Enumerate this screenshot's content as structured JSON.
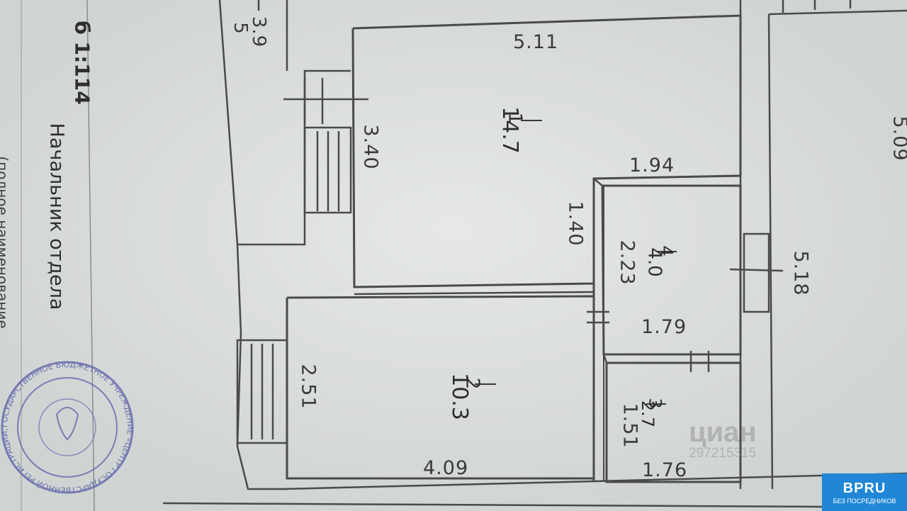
{
  "scale": "б 1:114",
  "official": {
    "title": "Начальник отдела",
    "subtitle": "(полное наименование"
  },
  "stamp": {
    "outer_text": "ГОСУДАРСТВЕННОЕ БЮДЖЕТНОЕ УЧРЕЖДЕНИЕ «ЦЕНТР ГОСУДАРСТВЕННОЙ РЕГИСТРАЦИИ, КАДАСТРА И КАРТОГРАФИИ ПО ТЮМЕНСКОЙ ОБЛАСТИ»"
  },
  "rooms": [
    {
      "id": "1",
      "area": "14.7"
    },
    {
      "id": "2",
      "area": "10.3"
    },
    {
      "id": "3",
      "area": "2.7"
    },
    {
      "id": "4",
      "area": "4.0"
    },
    {
      "id": "5",
      "area": "3.9"
    }
  ],
  "dimensions": {
    "top_wall": "5.11",
    "room1_left": "3.40",
    "room1_step": "1.94",
    "room1_inner": "1.40",
    "room4_left": "2.23",
    "room4_bottom": "1.79",
    "room2_left": "2.51",
    "room2_bottom": "4.09",
    "room3_left": "1.51",
    "room3_bottom": "1.76",
    "neighbor_1": "5.18",
    "neighbor_2": "5.09"
  },
  "watermark": {
    "brand": "циан",
    "id": "297215315"
  },
  "logo": {
    "brand": "BPRU",
    "tagline": "БЕЗ ПОСРЕДНИКОВ",
    "color": "#1f87d6"
  },
  "colors": {
    "paper": "#d6dad9",
    "line": "#4a4a4a",
    "stamp": "#6b6fb0"
  }
}
